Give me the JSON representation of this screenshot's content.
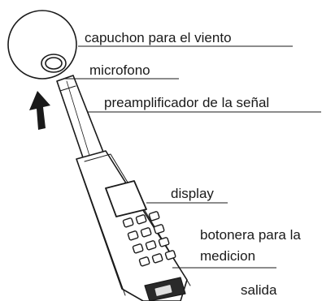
{
  "labels": {
    "windscreen": "capuchon para el viento",
    "microphone": "microfono",
    "preamplifier": "preamplificador de la señal",
    "display": "display",
    "keypad_line1": "botonera para la",
    "keypad_line2": "medicion",
    "output": "salida"
  }
}
